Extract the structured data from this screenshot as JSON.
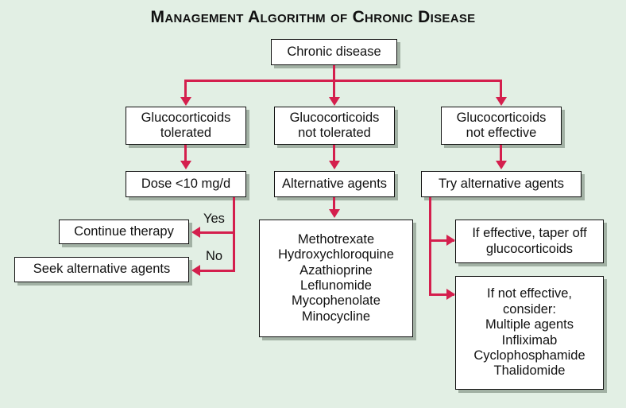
{
  "title": "Management Algorithm of Chronic Disease",
  "colors": {
    "background": "#e2efe4",
    "connector": "#d41f4d",
    "box_fill": "#ffffff",
    "box_border": "#101010",
    "text": "#111111"
  },
  "nodes": {
    "root": {
      "label": "Chronic disease"
    },
    "branch_tolerated": {
      "line1": "Glucocorticoids",
      "line2": "tolerated"
    },
    "branch_not_tolerated": {
      "line1": "Glucocorticoids",
      "line2": "not tolerated"
    },
    "branch_not_effective": {
      "line1": "Glucocorticoids",
      "line2": "not effective"
    },
    "dose": {
      "label": "Dose <10 mg/d"
    },
    "alternative_agents": {
      "label": "Alternative agents"
    },
    "try_alternative_agents": {
      "label": "Try alternative agents"
    },
    "continue_therapy": {
      "label": "Continue therapy"
    },
    "seek_alternative_agents": {
      "label": "Seek alternative agents"
    },
    "drug_list": {
      "items": [
        "Methotrexate",
        "Hydroxychloroquine",
        "Azathioprine",
        "Leflunomide",
        "Mycophenolate",
        "Minocycline"
      ]
    },
    "if_effective": {
      "line1": "If effective, taper off",
      "line2": "glucocorticoids"
    },
    "if_not_effective": {
      "items": [
        "If not effective,",
        "consider:",
        "Multiple agents",
        "Infliximab",
        "Cyclophosphamide",
        "Thalidomide"
      ]
    }
  },
  "edge_labels": {
    "yes": "Yes",
    "no": "No"
  }
}
